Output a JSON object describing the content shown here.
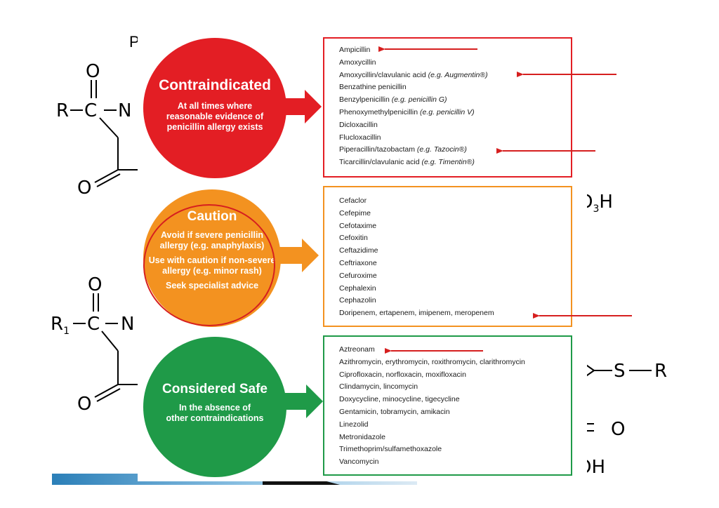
{
  "slide_title_fragment": "P",
  "chem_labels": {
    "r": "R",
    "c1": "C",
    "n1": "N",
    "o1": "O",
    "o2": "O",
    "r1": "R",
    "r1_sub": "1",
    "c2": "C",
    "n2": "N",
    "o3": "O",
    "o4": "O",
    "so3h": "O",
    "so3h_sub": "3",
    "so3h_h": "H",
    "s": "S",
    "r_right": "R",
    "o_right": "O",
    "oh": "OH"
  },
  "contraindicated": {
    "title": "Contraindicated",
    "subtitle_lines": [
      "At all times where",
      "reasonable evidence of",
      "penicillin allergy exists"
    ],
    "color": "#e31e24",
    "drugs": [
      {
        "name": "Ampicillin",
        "note": ""
      },
      {
        "name": "Amoxycillin",
        "note": ""
      },
      {
        "name": "Amoxycillin/clavulanic acid ",
        "note": "(e.g. Augmentin®)"
      },
      {
        "name": "Benzathine penicillin",
        "note": ""
      },
      {
        "name": "Benzylpenicillin ",
        "note": "(e.g. penicillin G)"
      },
      {
        "name": "Phenoxymethylpenicillin ",
        "note": "(e.g. penicillin V)"
      },
      {
        "name": "Dicloxacillin",
        "note": ""
      },
      {
        "name": "Flucloxacillin",
        "note": ""
      },
      {
        "name": "Piperacillin/tazobactam ",
        "note": "(e.g. Tazocin®)"
      },
      {
        "name": "Ticarcillin/clavulanic acid ",
        "note": "(e.g. Timentin®)"
      }
    ]
  },
  "caution": {
    "title": "Caution",
    "subtitle_lines": [
      "Avoid if severe penicillin",
      "allergy (e.g. anaphylaxis)",
      "",
      "Use with caution if non-severe",
      "allergy (e.g. minor rash)",
      "",
      "Seek specialist advice"
    ],
    "color": "#f39220",
    "drugs": [
      {
        "name": "Cefaclor",
        "note": ""
      },
      {
        "name": "Cefepime",
        "note": ""
      },
      {
        "name": "Cefotaxime",
        "note": ""
      },
      {
        "name": "Cefoxitin",
        "note": ""
      },
      {
        "name": "Ceftazidime",
        "note": ""
      },
      {
        "name": "Ceftriaxone",
        "note": ""
      },
      {
        "name": "Cefuroxime",
        "note": ""
      },
      {
        "name": "Cephalexin",
        "note": ""
      },
      {
        "name": "Cephazolin",
        "note": ""
      },
      {
        "name": "Doripenem, ertapenem, imipenem, meropenem",
        "note": ""
      }
    ]
  },
  "safe": {
    "title": "Considered Safe",
    "subtitle_lines": [
      "In the absence of",
      "other contraindications"
    ],
    "color": "#1f9a48",
    "drugs": [
      {
        "name": "Aztreonam",
        "note": ""
      },
      {
        "name": "Azithromycin, erythromycin, roxithromycin, clarithromycin",
        "note": ""
      },
      {
        "name": "Ciprofloxacin, norfloxacin, moxifloxacin",
        "note": ""
      },
      {
        "name": "Clindamycin, lincomycin",
        "note": ""
      },
      {
        "name": "Doxycycline, minocycline, tigecycline",
        "note": ""
      },
      {
        "name": "Gentamicin, tobramycin, amikacin",
        "note": ""
      },
      {
        "name": "Linezolid",
        "note": ""
      },
      {
        "name": "Metronidazole",
        "note": ""
      },
      {
        "name": "Trimethoprim/sulfamethoxazole",
        "note": ""
      },
      {
        "name": "Vancomycin",
        "note": ""
      }
    ]
  },
  "annotation_color": "#d61f1f"
}
